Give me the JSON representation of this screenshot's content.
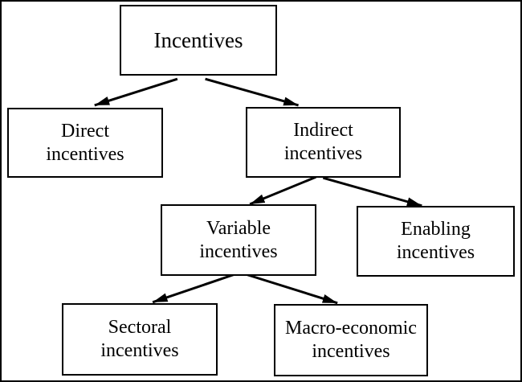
{
  "diagram": {
    "type": "tree",
    "colors": {
      "background": "#ffffff",
      "border": "#000000",
      "text": "#000000",
      "arrow": "#000000"
    },
    "nodes": [
      {
        "id": "incentives",
        "lines": [
          "Incentives"
        ]
      },
      {
        "id": "direct-incentives",
        "lines": [
          "Direct",
          "incentives"
        ]
      },
      {
        "id": "indirect-incentives",
        "lines": [
          "Indirect",
          "incentives"
        ]
      },
      {
        "id": "variable-incentives",
        "lines": [
          "Variable",
          "incentives"
        ]
      },
      {
        "id": "enabling-incentives",
        "lines": [
          "Enabling",
          "incentives"
        ]
      },
      {
        "id": "sectoral-incentives",
        "lines": [
          "Sectoral",
          "incentives"
        ]
      },
      {
        "id": "macro-economic-incentives",
        "lines": [
          "Macro-economic",
          "incentives"
        ]
      }
    ],
    "edges": [
      {
        "from": "incentives",
        "to": "direct-incentives"
      },
      {
        "from": "incentives",
        "to": "indirect-incentives"
      },
      {
        "from": "indirect-incentives",
        "to": "variable-incentives"
      },
      {
        "from": "indirect-incentives",
        "to": "enabling-incentives"
      },
      {
        "from": "variable-incentives",
        "to": "sectoral-incentives"
      },
      {
        "from": "variable-incentives",
        "to": "macro-economic-incentives"
      }
    ]
  }
}
